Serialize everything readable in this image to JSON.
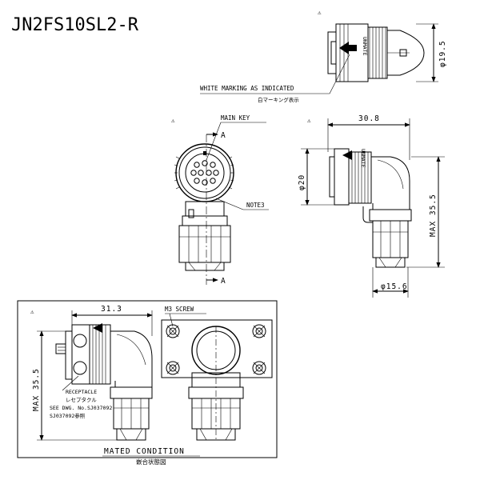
{
  "title": "JN2FS10SL2-R",
  "revision_mark": "⚠",
  "labels": {
    "white_marking": "WHITE MARKING AS INDICATED",
    "white_marking_jp": "白マーキング表示",
    "unmate": "UNMATE",
    "main_key": "MAIN KEY",
    "section_a_top": "A",
    "section_a_bottom": "A",
    "note3": "NOTE3",
    "m3_screw": "M3 SCREW",
    "receptacle": "RECEPTACLE",
    "receptacle_jp": "レセプタクル",
    "see_dwg": "SEE DWG. No.SJ037092",
    "see_dwg_jp": "SJ037092参照",
    "mated_condition": "MATED CONDITION",
    "mated_condition_jp": "嵌合状態図"
  },
  "dimensions": {
    "dia_19_5": "φ19.5",
    "width_30_8": "30.8",
    "dia_20": "φ20",
    "max_35_5_right": "MAX 35.5",
    "dia_15_6": "φ15.6",
    "width_31_3": "31.3",
    "max_35_5_left": "MAX 35.5"
  }
}
